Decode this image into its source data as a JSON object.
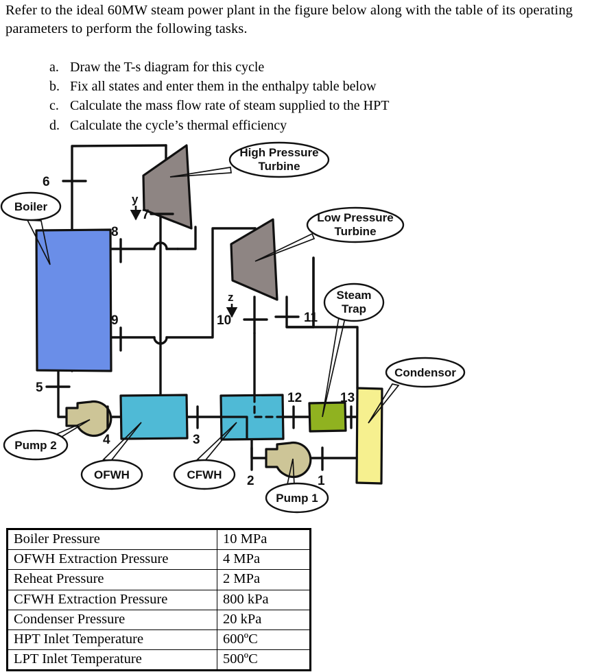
{
  "intro": {
    "paragraph": "Refer to the ideal 60MW steam power plant in the figure below along with the table of its operating parameters to perform the following tasks."
  },
  "tasks": [
    {
      "marker": "a.",
      "text": "Draw the T-s diagram for this cycle"
    },
    {
      "marker": "b.",
      "text": "Fix all states and enter them in the enthalpy table below"
    },
    {
      "marker": "c.",
      "text": "Calculate the mass flow rate of steam supplied to the HPT"
    },
    {
      "marker": "d.",
      "text": "Calculate the cycle’s thermal efficiency"
    }
  ],
  "figure": {
    "callouts": {
      "boiler": "Boiler",
      "hpt_line1": "High Pressure",
      "hpt_line2": "Turbine",
      "lpt_line1": "Low Pressure",
      "lpt_line2": "Turbine",
      "steam_trap_line1": "Steam",
      "steam_trap_line2": "Trap",
      "condenser": "Condensor",
      "pump2": "Pump 2",
      "pump1": "Pump 1",
      "ofwh": "OFWH",
      "cfwh": "CFWH"
    },
    "state_labels": {
      "s1": "1",
      "s2": "2",
      "s3": "3",
      "s4": "4",
      "s5": "5",
      "s6": "6",
      "s7": "7",
      "s8": "8",
      "s9": "9",
      "s10": "10",
      "s11": "11",
      "s12": "12",
      "s13": "13"
    },
    "flow_fractions": {
      "y": "y",
      "z": "z"
    },
    "colors": {
      "boiler": "#6a8ee8",
      "turbine": "#8e8583",
      "feedwater_heater": "#4fbad6",
      "steam_trap": "#90b220",
      "condenser": "#f6f08f",
      "pump": "#cdc597",
      "outline": "#111111"
    }
  },
  "param_table": {
    "rows": [
      {
        "parameter": "Boiler Pressure",
        "value": "10 MPa"
      },
      {
        "parameter": "OFWH Extraction Pressure",
        "value": "4 MPa"
      },
      {
        "parameter": "Reheat Pressure",
        "value": "2 MPa"
      },
      {
        "parameter": "CFWH Extraction Pressure",
        "value": "800 kPa"
      },
      {
        "parameter": "Condenser Pressure",
        "value": "20 kPa"
      },
      {
        "parameter": "HPT Inlet Temperature",
        "value": "600ºC"
      },
      {
        "parameter": "LPT Inlet Temperature",
        "value": "500ºC"
      }
    ]
  }
}
